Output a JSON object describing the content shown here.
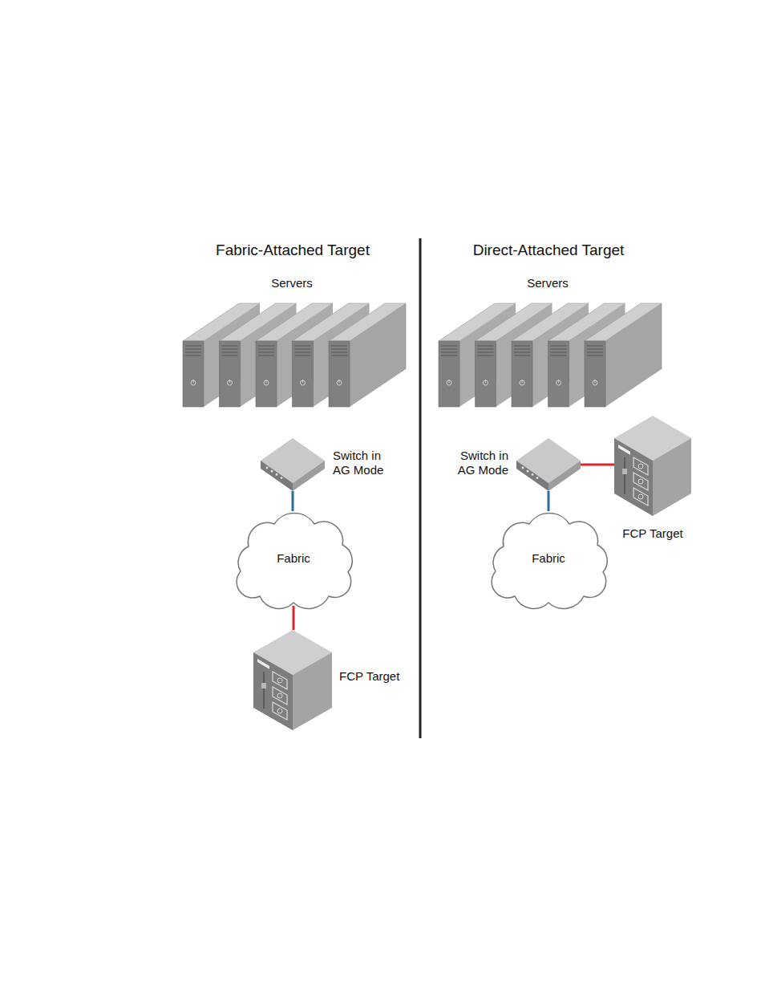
{
  "diagram": {
    "nodes": [
      {
        "text": [
          "Servers"
        ]
      },
      {
        "text": [
          "Switch in AG Mode"
        ]
      },
      {
        "text": [
          "Fabric"
        ]
      },
      {
        "text": [
          "FCP Target"
        ]
      },
      {
        "text": [
          "Servers"
        ]
      },
      {
        "text": [
          "Switch in AG Mode"
        ]
      },
      {
        "text": [
          "Fabric"
        ]
      },
      {
        "text": [
          "FCP Target"
        ]
      }
    ],
    "edges": [
      {
        "from": 1,
        "to": 2,
        "arrow": "none"
      },
      {
        "from": 2,
        "to": 3,
        "arrow": "none"
      },
      {
        "from": 5,
        "to": 6,
        "arrow": "none"
      },
      {
        "from": 5,
        "to": 7,
        "arrow": "none"
      }
    ],
    "labels": [
      "Fabric-Attached Target",
      "Direct-Attached Target"
    ]
  }
}
